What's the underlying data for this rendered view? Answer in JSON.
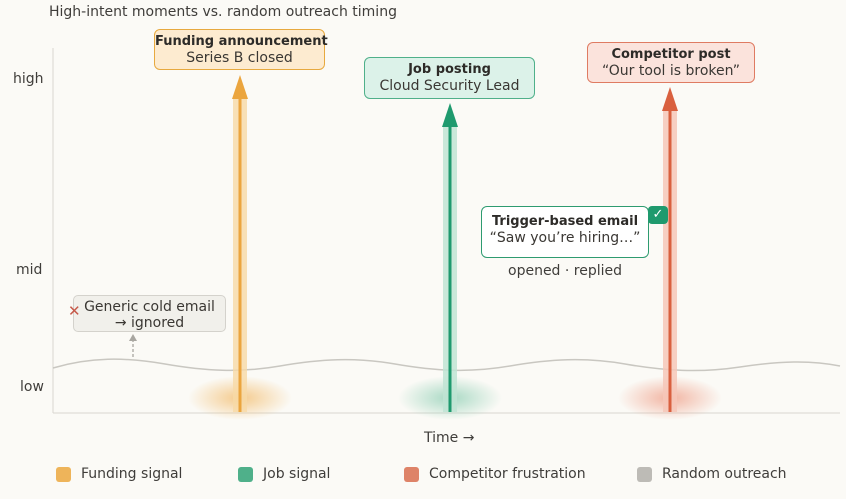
{
  "title": "High-intent moments vs. random outreach timing",
  "axes": {
    "y_high": "high",
    "y_mid": "mid",
    "y_low": "low",
    "x_label": "Time →"
  },
  "signals": [
    {
      "key": "funding",
      "title": "Funding announcement",
      "subtitle": "Series B closed",
      "color": "#eba53e",
      "intent": "high"
    },
    {
      "key": "job",
      "title": "Job posting",
      "subtitle": "Cloud Security Lead",
      "color": "#1f9a6e",
      "intent": "high"
    },
    {
      "key": "competitor",
      "title": "Competitor post",
      "subtitle": "“Our tool is broken”",
      "color": "#d9603f",
      "intent": "high"
    }
  ],
  "trigger_email": {
    "title": "Trigger-based email",
    "quote": "“Saw you’re hiring…”",
    "status": "opened · replied",
    "badge": "✓"
  },
  "generic_email": {
    "line1": "Generic cold email",
    "line2": "→ ignored",
    "mark": "✕"
  },
  "legend": [
    {
      "label": "Funding signal",
      "color": "#eeb45a"
    },
    {
      "label": "Job signal",
      "color": "#4fb08a"
    },
    {
      "label": "Competitor frustration",
      "color": "#de8368"
    },
    {
      "label": "Random outreach",
      "color": "#bdbbb6"
    }
  ]
}
